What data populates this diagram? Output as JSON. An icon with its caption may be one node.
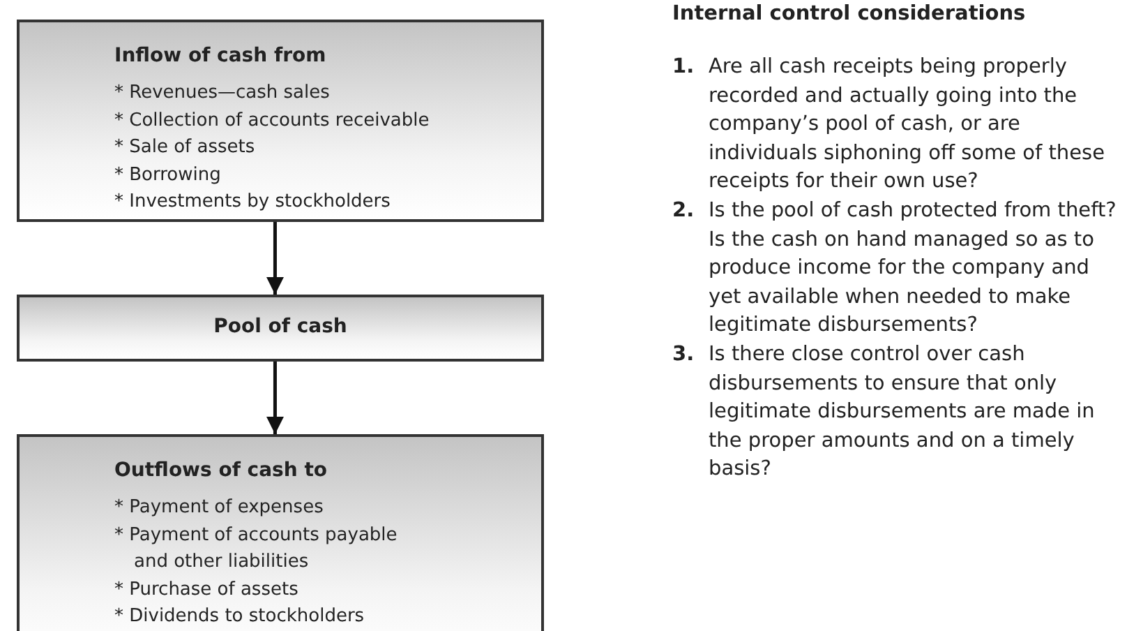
{
  "diagram": {
    "nodes": [
      {
        "text": [
          "Inflow of cash from",
          "* Revenues—cash sales",
          "* Collection of accounts receivable",
          "* Sale of assets",
          "* Borrowing",
          "* Investments by stockholders"
        ]
      },
      {
        "text": [
          "Pool of cash"
        ]
      },
      {
        "text": [
          "Outflows of cash to",
          "* Payment of expenses",
          "* Payment of accounts payable and other liabilities",
          "* Purchase of assets",
          "* Dividends to stockholders"
        ]
      }
    ],
    "edges": [
      {
        "from": 0,
        "to": 1,
        "arrow": "to"
      },
      {
        "from": 1,
        "to": 2,
        "arrow": "to"
      }
    ],
    "labels": [
      "Internal control considerations",
      "1.",
      "Are all cash receipts being properly recorded and actually going into the company’s pool of cash, or are individuals siphoning off some of these receipts for their own use?",
      "2.",
      "Is the pool of cash protected from theft?  Is the cash on hand managed so as to produce income for the company and yet available when needed to make legitimate disbursements?",
      "3.",
      "Is there close control over cash disbursements to ensure that only legitimate disbursements are made in the proper amounts and on a timely basis?"
    ]
  }
}
